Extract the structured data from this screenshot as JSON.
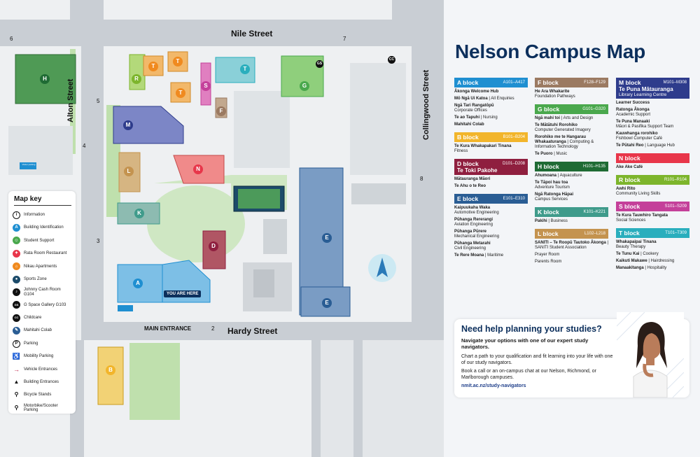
{
  "map": {
    "streets": {
      "north": "Nile Street",
      "south": "Hardy Street",
      "west": "Alton Street",
      "east": "Collingwood Street"
    },
    "entrances": [
      "6",
      "7",
      "5",
      "4",
      "3",
      "2",
      "8"
    ],
    "you_are_here": "YOU ARE HERE",
    "main_entrance": "MAIN ENTRANCE",
    "visitor_parking": "Visitor parking",
    "buildings": [
      "A",
      "B",
      "D",
      "E",
      "F",
      "G",
      "H",
      "K",
      "L",
      "M",
      "N",
      "R",
      "S",
      "T"
    ],
    "icon_labels": {
      "gs": "GS",
      "cc": "CC"
    },
    "colors": {
      "A": "#7dbfe6",
      "B": "#f2d275",
      "D": "#b05664",
      "E": "#7a9cc4",
      "F": "#c2a88e",
      "G": "#8fcf7c",
      "H": "#4f9a55",
      "K": "#8dbbb1",
      "L": "#d6b582",
      "M": "#7c86c6",
      "N": "#f08a8a",
      "R": "#b3d97a",
      "S": "#e07fc0",
      "T": "#8ad0d8"
    }
  },
  "map_key": {
    "title": "Map key",
    "items": [
      {
        "icon": "information-icon",
        "label": "Information"
      },
      {
        "icon": "building-identification-icon",
        "label": "Building Identification"
      },
      {
        "icon": "student-support-icon",
        "label": "Student Support"
      },
      {
        "icon": "restaurant-icon",
        "label": "Rata Room Restaurant"
      },
      {
        "icon": "apartments-icon",
        "label": "Nikau Apartments"
      },
      {
        "icon": "sports-icon",
        "label": "Sports Zone"
      },
      {
        "icon": "johnny-cash-room-icon",
        "label": "Johnny Cash Room G104"
      },
      {
        "icon": "gallery-icon",
        "label": "G Space Gallery G103"
      },
      {
        "icon": "childcare-icon",
        "label": "Childcare"
      },
      {
        "icon": "colab-icon",
        "label": "Mahitahi Colab"
      },
      {
        "icon": "parking-icon",
        "label": "Parking"
      },
      {
        "icon": "mobility-parking-icon",
        "label": "Mobility Parking"
      },
      {
        "icon": "vehicle-entrance-icon",
        "label": "Vehicle Entrances"
      },
      {
        "icon": "building-entrance-icon",
        "label": "Building Entrances"
      },
      {
        "icon": "bicycle-stand-icon",
        "label": "Bicycle Stands"
      },
      {
        "icon": "motorbike-parking-icon",
        "label": "Motorbike/Scooter Parking"
      }
    ]
  },
  "panel": {
    "title": "Nelson Campus Map",
    "blocks": {
      "A": {
        "name": "A block",
        "range": "A101–A417",
        "color": "#1f8fd1"
      },
      "B": {
        "name": "B block",
        "range": "B101–B204",
        "color": "#f2b52b"
      },
      "D": {
        "name": "D block",
        "sub": "Te Toki Pakohe",
        "range": "D101–D208",
        "color": "#8f1f3f"
      },
      "E": {
        "name": "E block",
        "range": "E101–E310",
        "color": "#2a5d94"
      },
      "F": {
        "name": "F block",
        "range": "F128–F129",
        "color": "#9b7a62"
      },
      "G": {
        "name": "G block",
        "range": "G101–G320",
        "color": "#4aa84d"
      },
      "H": {
        "name": "H block",
        "range": "H101–H135",
        "color": "#1f6b34"
      },
      "K": {
        "name": "K block",
        "range": "K101–K221",
        "color": "#3f9b8b"
      },
      "L": {
        "name": "L block",
        "range": "L102–L218",
        "color": "#c4934f"
      },
      "M": {
        "name": "M block",
        "range": "M101–M308",
        "sub": "Te Puna Mātauranga",
        "sub2": "Library Learning Centre",
        "color": "#2e3c8c"
      },
      "N": {
        "name": "N block",
        "color": "#e8364a"
      },
      "R": {
        "name": "R block",
        "range": "R101–R104",
        "color": "#7db52c"
      },
      "S": {
        "name": "S block",
        "range": "S101–S209",
        "color": "#c4409a"
      },
      "T": {
        "name": "T block",
        "range": "T101–T309",
        "color": "#2aaebd"
      }
    },
    "entries": {
      "A": [
        [
          "Ākonga Welcome Hub",
          ""
        ],
        [
          "Mō Ngā Ui Katoa",
          " | All Enquiries"
        ],
        [
          "Ngā Tari Rangatōpū",
          "Corporate Offices"
        ],
        [
          "Te ao Tapuhi",
          " | Nursing"
        ],
        [
          "Mahitahi Colab",
          ""
        ]
      ],
      "B": [
        [
          "Te Kura Whakapakari Tinana",
          "Fitness"
        ]
      ],
      "D": [
        [
          "Mātauranga Māori",
          ""
        ],
        [
          "Te Ahu o te Reo",
          ""
        ]
      ],
      "E": [
        [
          "Kaipuukaha Waka",
          "Automotive Engineering"
        ],
        [
          "Pūhanga Rererangi",
          "Aviation Engineering"
        ],
        [
          "Pūhanga Pūrere",
          "Mechanical Engineering"
        ],
        [
          "Pūhanga Metarahi",
          "Civil Engineering"
        ],
        [
          "Te Rere Moana",
          " | Maritime"
        ]
      ],
      "F": [
        [
          "He Ara Whakarite",
          "Foundation Pathways"
        ]
      ],
      "G": [
        [
          "Ngā mahi toi",
          " | Arts and Design"
        ],
        [
          "Te Mātātuhi Rorohiko",
          "Computer Generated Imagery"
        ],
        [
          "Rorohiko me te Hangarau Whakaaturanga",
          " | Computing & Information Technology"
        ],
        [
          "Te Puoro",
          " | Music"
        ]
      ],
      "H": [
        [
          "Ahumoana",
          " | Aquaculture"
        ],
        [
          "Te Tāpoi hau toa",
          "Adventure Tourism"
        ],
        [
          "Ngā Ratonga Hāpai",
          "Campus Services"
        ]
      ],
      "K": [
        [
          "Pakihi",
          " | Business"
        ]
      ],
      "L": [
        [
          "SANITI – Te Roopū Tautoko Ākonga",
          " | SANITI Student Association"
        ],
        [
          "Prayer Room",
          ""
        ],
        [
          "Parents Room",
          ""
        ]
      ],
      "M": [
        [
          "Learner Success",
          ""
        ],
        [
          "Ratonga Ākonga",
          "Academic Support"
        ],
        [
          "Te Puna Manaaki",
          "Māori & Pasifika Support Team"
        ],
        [
          "Kauwhanga rorohiko",
          "Fishbowl Computer Café"
        ],
        [
          "Te Pūtahi Reo",
          " | Language Hub"
        ]
      ],
      "N": [
        [
          "Ake Ake Café",
          ""
        ]
      ],
      "R": [
        [
          "Awhi Rito",
          "Community Living Skills"
        ]
      ],
      "S": [
        [
          "Te Kura Tauwhiro Tangata",
          "Social Sciences"
        ]
      ],
      "T": [
        [
          "Whakapaipai Tinana",
          "Beauty Therapy"
        ],
        [
          "Te Tunu Kai",
          " | Cookery"
        ],
        [
          "Kaikuti Makawe",
          " | Hairdressing"
        ],
        [
          "Manaakitanga",
          " | Hospitality"
        ]
      ]
    },
    "help": {
      "title": "Need help planning your studies?",
      "lead": "Navigate your options with one of our expert study navigators.",
      "p1": "Chart a path to your qualification and fit learning into your life with one of our study navigators.",
      "p2": "Book a call or an on-campus chat at our Nelson, Richmond, or Marlborough campuses.",
      "link": "nmit.ac.nz/study-navigators"
    }
  }
}
